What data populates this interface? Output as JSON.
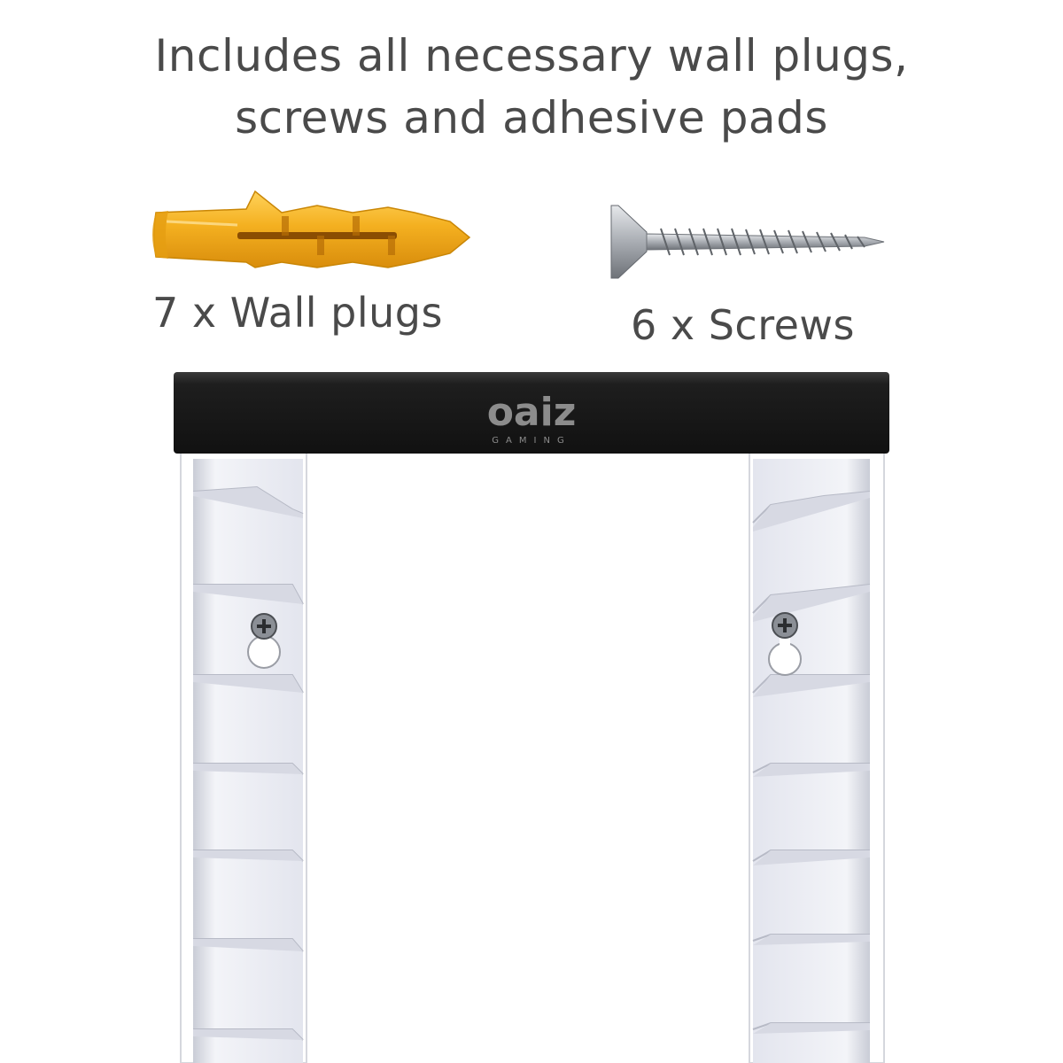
{
  "headline": {
    "line1": "Includes all necessary wall plugs,",
    "line2": "screws and adhesive pads"
  },
  "items": [
    {
      "label": "7 x Wall plugs",
      "icon": "wall-plug-icon",
      "color": "#f2b11f"
    },
    {
      "label": "6 x Screws",
      "icon": "screw-icon",
      "color": "#b9bcc1"
    }
  ],
  "mount": {
    "logo_text": "oaiz",
    "logo_subtext": "GAMING",
    "bar_color": "#1b1b1b",
    "rail_color": "#eef0f6"
  }
}
